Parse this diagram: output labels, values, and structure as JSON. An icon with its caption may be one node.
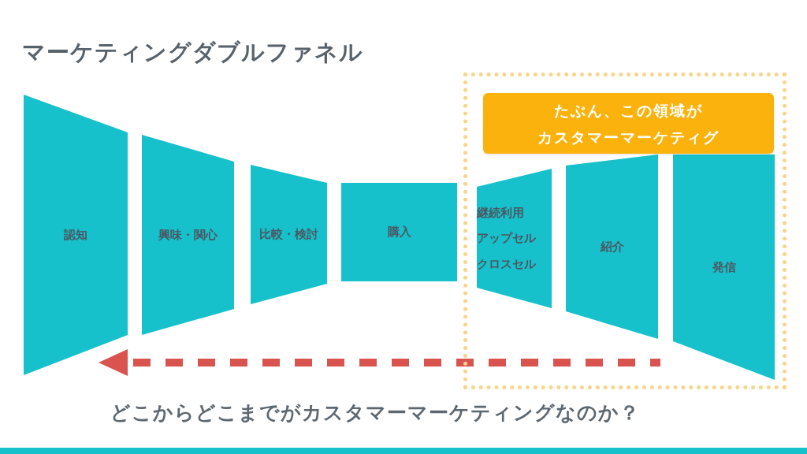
{
  "diagram": {
    "title": "マーケティングダブルファネル",
    "nodes": [
      {
        "text": [
          "認知"
        ]
      },
      {
        "text": [
          "興味・関心"
        ]
      },
      {
        "text": [
          "比較・検討"
        ]
      },
      {
        "text": [
          "購入"
        ]
      },
      {
        "text": [],
        "shape": "box"
      },
      {
        "text": [
          "たぶん、この領域が",
          "カスタマーマーケティグ"
        ],
        "in": 4
      },
      {
        "text": [
          "継続利用",
          "アップセル",
          "クロスセル"
        ],
        "in": 4
      },
      {
        "text": [
          "紹介"
        ],
        "in": 4
      },
      {
        "text": [
          "発信"
        ],
        "in": 4
      }
    ],
    "caption": "どこからどこまでがカスタマーマーケティングなのか？"
  }
}
